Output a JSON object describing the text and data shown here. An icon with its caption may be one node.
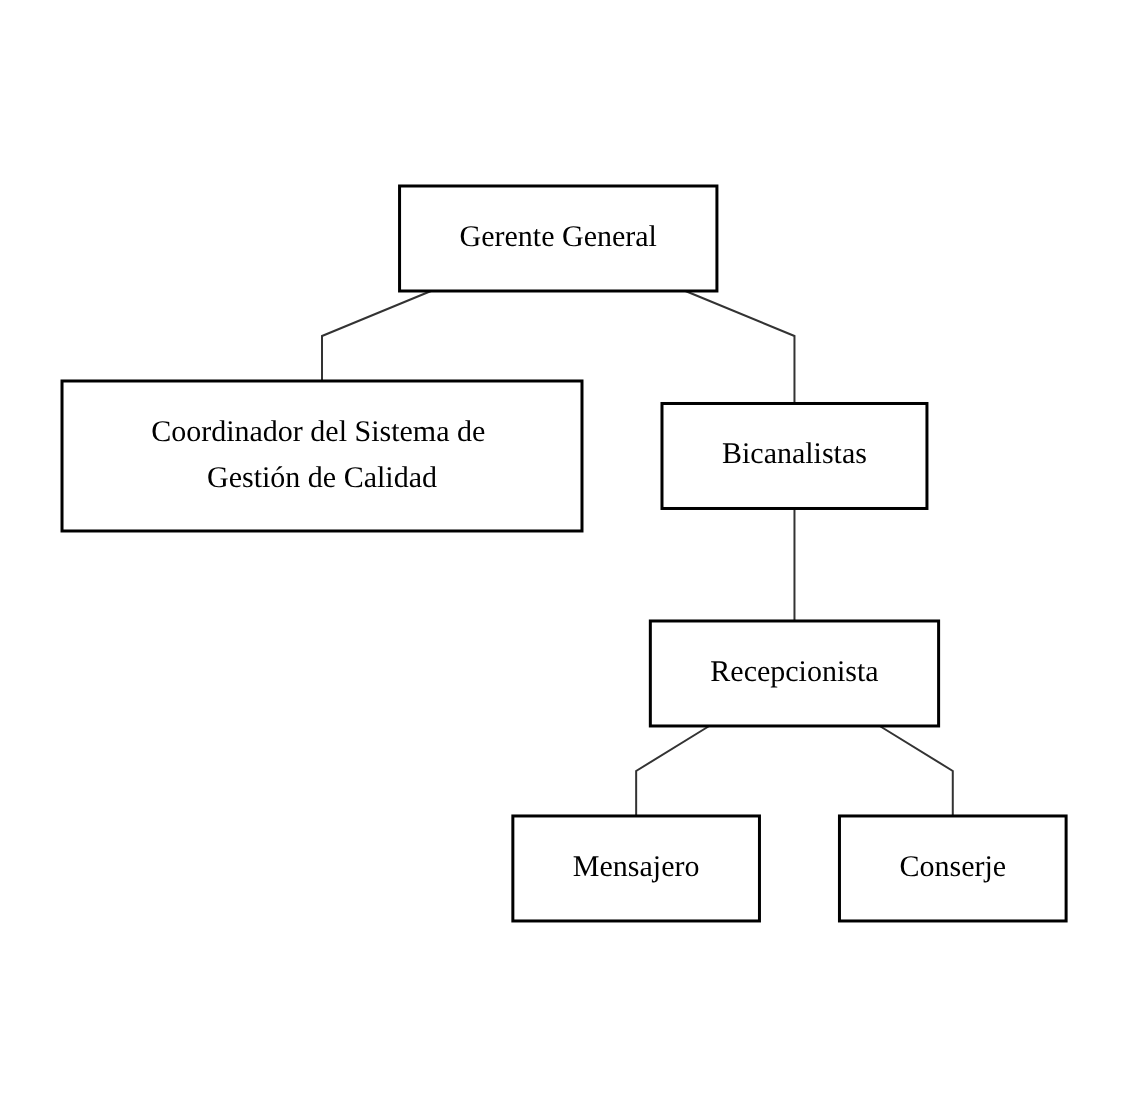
{
  "diagram": {
    "nodes": [
      {
        "text": [
          "Gerente General"
        ]
      },
      {
        "text": [
          "Coordinador del Sistema de Gestión de Calidad"
        ]
      },
      {
        "text": [
          "Bicanalistas"
        ]
      },
      {
        "text": [
          "Recepcionista"
        ]
      },
      {
        "text": [
          "Mensajero"
        ]
      },
      {
        "text": [
          "Conserje"
        ]
      }
    ],
    "edges": [
      {
        "from": 0,
        "to": 1,
        "arrow": "none"
      },
      {
        "from": 0,
        "to": 2,
        "arrow": "none"
      },
      {
        "from": 2,
        "to": 3,
        "arrow": "none"
      },
      {
        "from": 3,
        "to": 4,
        "arrow": "none"
      },
      {
        "from": 3,
        "to": 5,
        "arrow": "none"
      }
    ]
  }
}
